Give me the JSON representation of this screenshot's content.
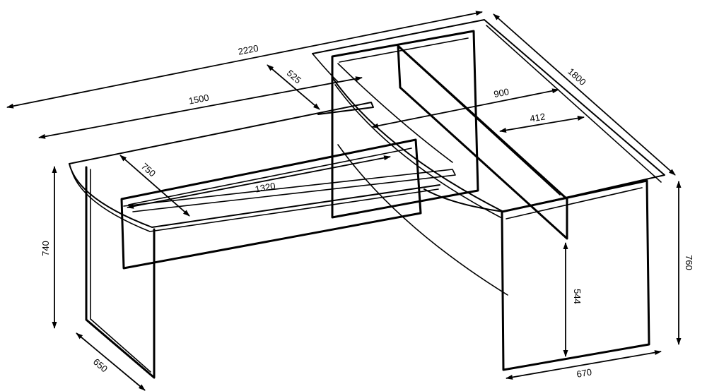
{
  "diagram": {
    "colors": {
      "ink": "#000000",
      "background": "#ffffff"
    },
    "dimensions": {
      "total_length": "2220",
      "return_length": "1800",
      "main_top_length": "1500",
      "return_width_top": "525",
      "inner_width": "900",
      "inner_return_width": "412",
      "main_depth": "750",
      "modesty_panel_length": "1320",
      "left_height": "740",
      "right_height": "760",
      "inner_leg_height": "544",
      "left_leg_depth": "650",
      "right_leg_depth": "670"
    }
  }
}
